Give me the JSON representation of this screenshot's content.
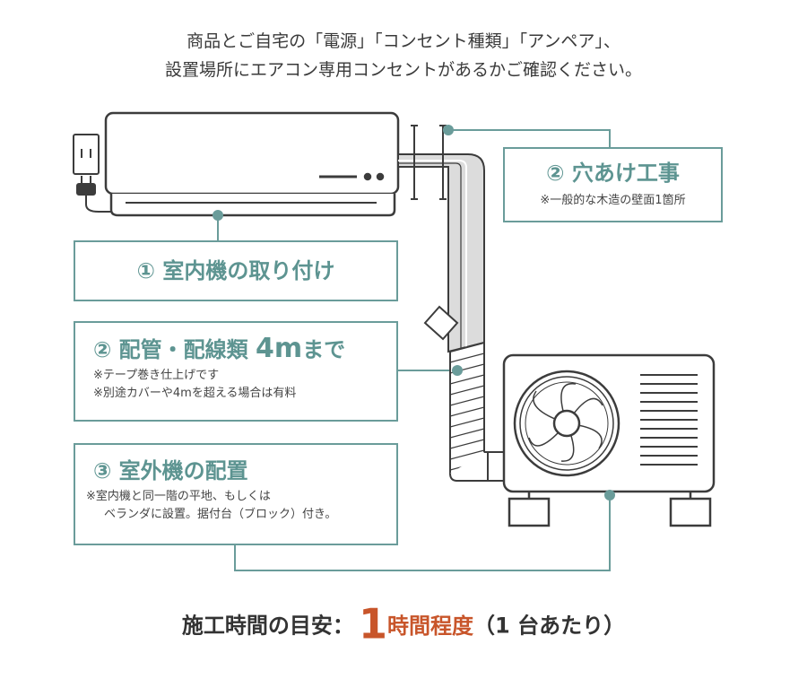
{
  "intro": {
    "line1": "商品とご自宅の「電源」「コンセント種類」「アンペア」、",
    "line2": "設置場所にエアコン専用コンセントがあるかご確認ください。"
  },
  "steps": {
    "install": {
      "title": "① 室内機の取り付け"
    },
    "hole": {
      "title": "② 穴あけ工事",
      "note": "※一般的な木造の壁面1箇所"
    },
    "pipe": {
      "title": "② 配管・配線類",
      "length": "4m",
      "length_suffix": "まで",
      "notes": [
        "※テープ巻き仕上げです",
        "※別途カバーや4mを超える場合は有料"
      ]
    },
    "outdoor": {
      "title": "③ 室外機の配置",
      "notes": [
        "※室内機と同一階の平地、もしくは",
        "ベランダに設置。据付台（ブロック）付き。"
      ]
    }
  },
  "duration": {
    "label": "施工時間の目安：",
    "number": "1",
    "unit": "時間程度",
    "per": "（1 台あたり）"
  },
  "colors": {
    "accent": "#6a9c9a",
    "highlight": "#c8552a",
    "line": "#3c3c3c",
    "pipe_fill": "#dcdcdc"
  }
}
